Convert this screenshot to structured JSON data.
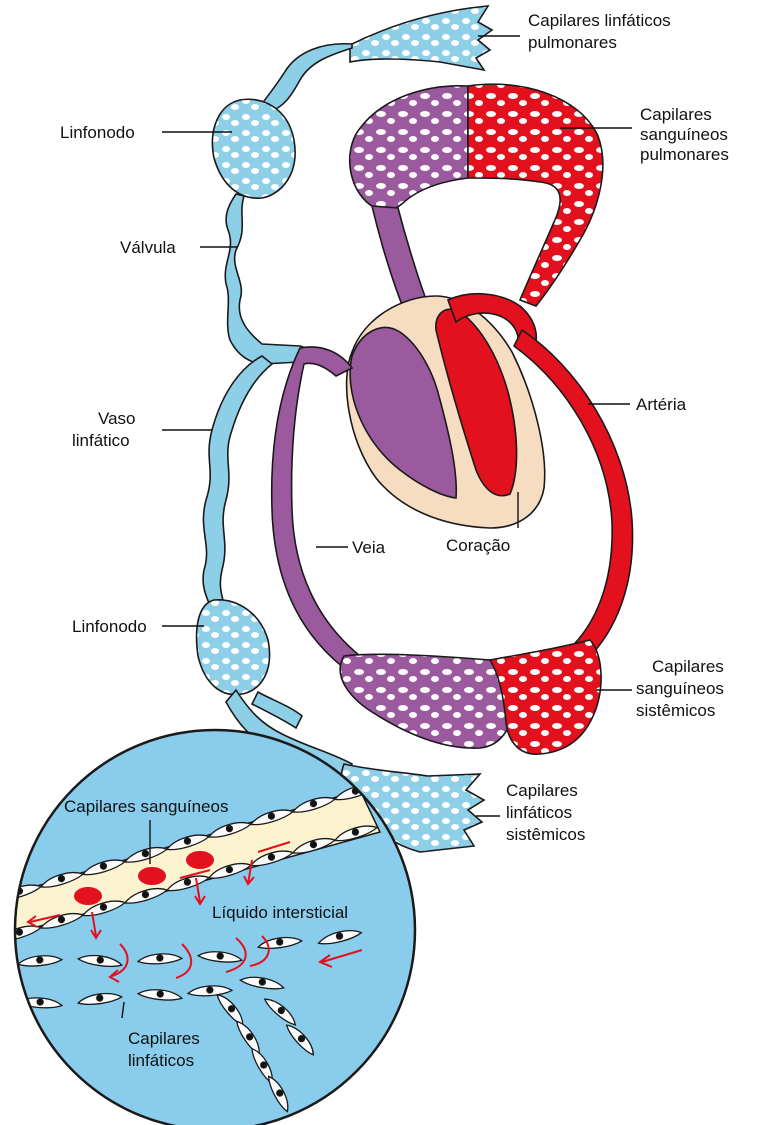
{
  "labels": {
    "pulmonary_lymph_capillaries": [
      "Capilares linfáticos",
      "pulmonares"
    ],
    "pulmonary_blood_capillaries": [
      "Capilares",
      "sanguíneos",
      "pulmonares"
    ],
    "lymph_node_upper": "Linfonodo",
    "valve": "Válvula",
    "lymph_vessel": [
      "Vaso",
      "linfático"
    ],
    "artery": "Artéria",
    "vein": "Veia",
    "heart": "Coração",
    "lymph_node_lower": "Linfonodo",
    "systemic_blood_capillaries": [
      "Capilares",
      "sanguíneos",
      "sistêmicos"
    ],
    "systemic_lymph_capillaries": [
      "Capilares",
      "linfáticos",
      "sistêmicos"
    ],
    "inset_blood_capillaries": "Capilares sanguíneos",
    "inset_interstitial_fluid": "Líquido intersticial",
    "inset_lymph_capillaries": [
      "Capilares",
      "linfáticos"
    ]
  },
  "colors": {
    "lymph": "#8ecfe8",
    "artery_red": "#e3101e",
    "vein_purple": "#9c5a9e",
    "heart_tissue": "#f6dcc0",
    "inset_fluid": "#89ccec",
    "capillary_wall": "#fbf3cf"
  }
}
